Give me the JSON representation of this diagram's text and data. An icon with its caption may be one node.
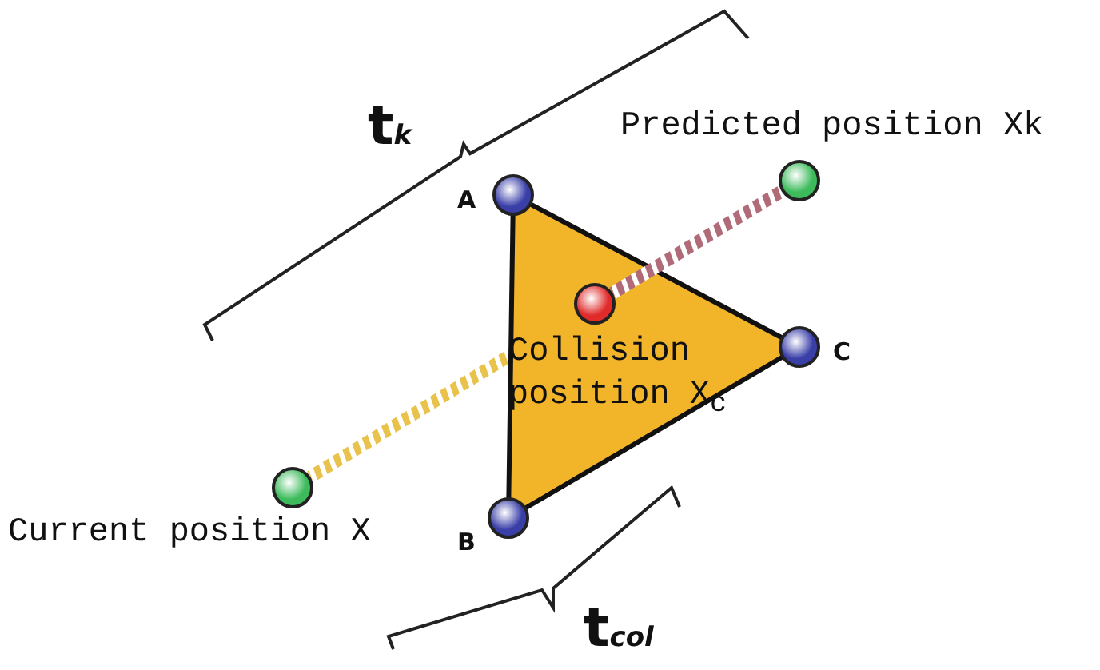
{
  "diagram": {
    "nodes": [
      {
        "text": [],
        "shape": "circle",
        "beside": [
          "Current position X"
        ]
      },
      {
        "text": [],
        "shape": "triangle"
      },
      {
        "text": [],
        "shape": "circle",
        "beside": [
          "Collision position X$_{c}$"
        ],
        "in": 1
      },
      {
        "text": [],
        "shape": "circle",
        "beside": [
          "Predicted position Xk"
        ]
      },
      {
        "text": [],
        "shape": "circle",
        "beside": [
          "A"
        ]
      },
      {
        "text": [],
        "shape": "circle",
        "beside": [
          "B"
        ]
      },
      {
        "text": [],
        "shape": "circle",
        "beside": [
          "C"
        ]
      }
    ],
    "edges": [
      {
        "from": 0,
        "to": 2,
        "arrow": "none",
        "color": "#e8c24a"
      },
      {
        "from": 2,
        "to": 3,
        "arrow": "none",
        "color": "#b06a78"
      }
    ],
    "labels": [
      "t$_{k}$",
      "t$_{col}$"
    ]
  }
}
